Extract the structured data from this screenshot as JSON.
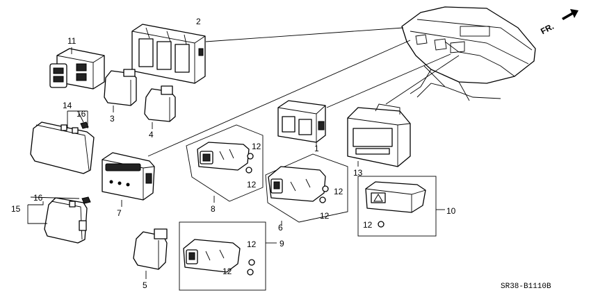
{
  "diagram": {
    "direction_label": "FR.",
    "drawing_code": "SR38-B1110B",
    "callouts": {
      "c1": "1",
      "c2": "2",
      "c3": "3",
      "c4": "4",
      "c5": "5",
      "c6": "6",
      "c7": "7",
      "c8": "8",
      "c9": "9",
      "c10": "10",
      "c11": "11",
      "c13": "13",
      "c14": "14",
      "c15": "15",
      "c16a": "16",
      "c16b": "16",
      "c12_8a": "12",
      "c12_8b": "12",
      "c12_6a": "12",
      "c12_6b": "12",
      "c12_9a": "12",
      "c12_9b": "12",
      "c12_10": "12"
    }
  }
}
